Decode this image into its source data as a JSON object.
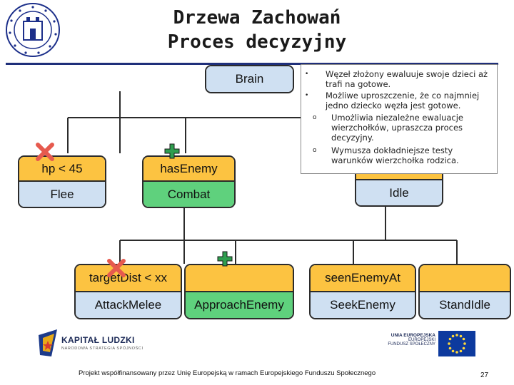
{
  "title": {
    "line1": "Drzewa Zachowań",
    "line2": "Proces decyzyjny"
  },
  "colors": {
    "condition": "#fcc341",
    "action": "#cfe0f2",
    "selected_action": "#5fd17d",
    "title_rule": "#1f2f7a",
    "success_mark": "#2f9e4f",
    "fail_mark": "#e65a4e"
  },
  "tree": {
    "root": {
      "label": "Brain"
    },
    "level1": [
      {
        "condition": "hp < 45",
        "action": "Flee",
        "mark": "fail"
      },
      {
        "condition": "hasEnemy",
        "action": "Combat",
        "mark": "success",
        "selected": true
      },
      {
        "action": "Idle"
      }
    ],
    "level2": [
      {
        "condition": "targetDist < xx",
        "action": "AttackMelee",
        "mark": "fail"
      },
      {
        "action": "ApproachEnemy",
        "mark": "success",
        "selected": true
      },
      {
        "condition": "seenEnemyAt",
        "action": "SeekEnemy"
      },
      {
        "action": "StandIdle"
      }
    ]
  },
  "callout": {
    "bullet1": "Węzeł złożony ewaluuje swoje dzieci aż trafi na gotowe.",
    "bullet2": "Możliwe uproszczenie, że co najmniej jedno dziecko węzła jest gotowe.",
    "sub1": "Umożliwia niezależne ewaluacje wierzchołków, upraszcza proces decyzyjny.",
    "sub2": "Wymusza dokładniejsze testy warunków wierzchołka rodzica.",
    "bullet_char": "•",
    "sub_bullet_char": "o"
  },
  "footer": {
    "kapital_title": "KAPITAŁ LUDZKI",
    "kapital_sub": "NARODOWA STRATEGIA SPÓJNOŚCI",
    "ue_line1": "UNIA EUROPEJSKA",
    "ue_line2": "EUROPEJSKI",
    "ue_line3": "FUNDUSZ SPOŁECZNY",
    "text": "Projekt współfinansowany przez Unię Europejską w ramach Europejskiego Funduszu Społecznego",
    "page_number": "27"
  },
  "icons": {
    "university_logo": "seal-icon",
    "success": "plus-icon",
    "fail": "cross-icon",
    "kapital_logo": "star-flag-icon",
    "eu_flag": "eu-flag-icon"
  }
}
